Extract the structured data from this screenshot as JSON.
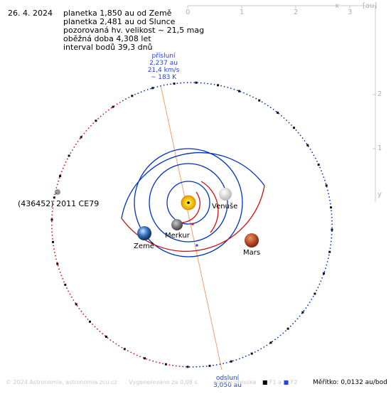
{
  "date": "26. 4. 2024",
  "info_lines": [
    "planetka 1,850 au od Země",
    "planetka 2,481 au od Slunce",
    "pozorovaná hv. velikost ~ 21,5 mag",
    "oběžná doba 4,308 let",
    "interval bodů 39,3 dnů"
  ],
  "perihelion": {
    "title": "přísluní",
    "distance": "2,237 au",
    "speed": "21,4 km/s",
    "temp": "~ 183 K"
  },
  "aphelion": {
    "title": "odsluní",
    "distance": "3,050 au"
  },
  "object_name": "(436452) 2011 CE79",
  "planets": [
    {
      "name": "Venuše",
      "color": "#e9e9e9"
    },
    {
      "name": "Merkur",
      "color": "#8a8a8a"
    },
    {
      "name": "Země",
      "color": "#2d6db0"
    },
    {
      "name": "Mars",
      "color": "#b4421c"
    }
  ],
  "axis": {
    "unit": "[au]",
    "x_label": "x",
    "y_label": "y",
    "x_ticks": [
      "0",
      "1",
      "2",
      "3"
    ],
    "y_ticks": [
      "2",
      "1"
    ]
  },
  "footer": {
    "copyright": "© 2024 Astronomia, astronomia.zcu.cz",
    "generated": "Vygenerováno za 0,08 s",
    "legend_text": "polohy ohniska",
    "f1": "F1 a",
    "f2": "F2",
    "scale": "Měřítko: 0,0132 au/bod"
  },
  "colors": {
    "orbit_above": "#0033bb",
    "orbit_below": "#cc1111",
    "apsidal_line": "#f0a070",
    "axis": "#c8c8c8",
    "label_blue": "#2244dd"
  }
}
